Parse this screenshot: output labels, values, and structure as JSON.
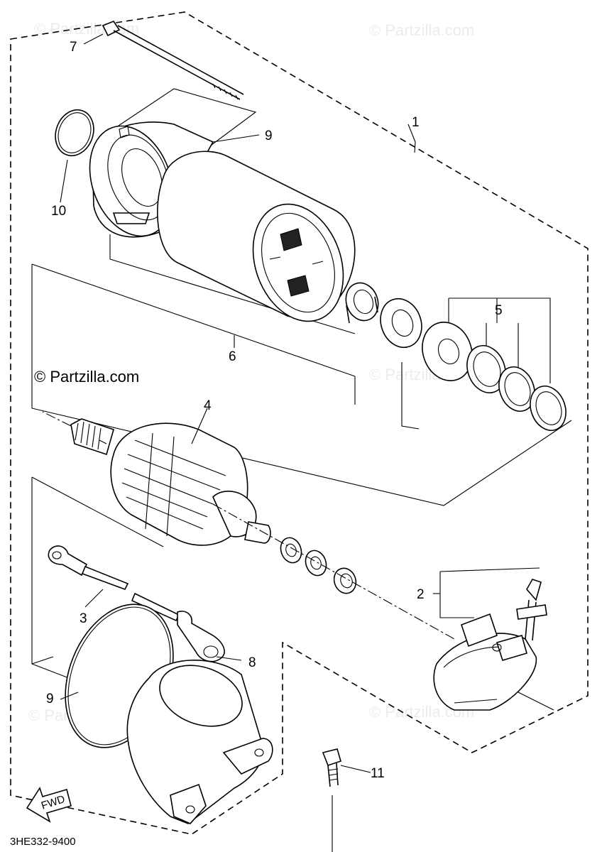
{
  "watermark": {
    "text": "© Partzilla.com"
  },
  "callouts": {
    "c1": "1",
    "c2": "2",
    "c3": "3",
    "c4": "4",
    "c5": "5",
    "c6": "6",
    "c7": "7",
    "c8": "8",
    "c9a": "9",
    "c9b": "9",
    "c10": "10",
    "c11": "11"
  },
  "fwd": "FWD",
  "diagram_code": "3HE332-9400"
}
